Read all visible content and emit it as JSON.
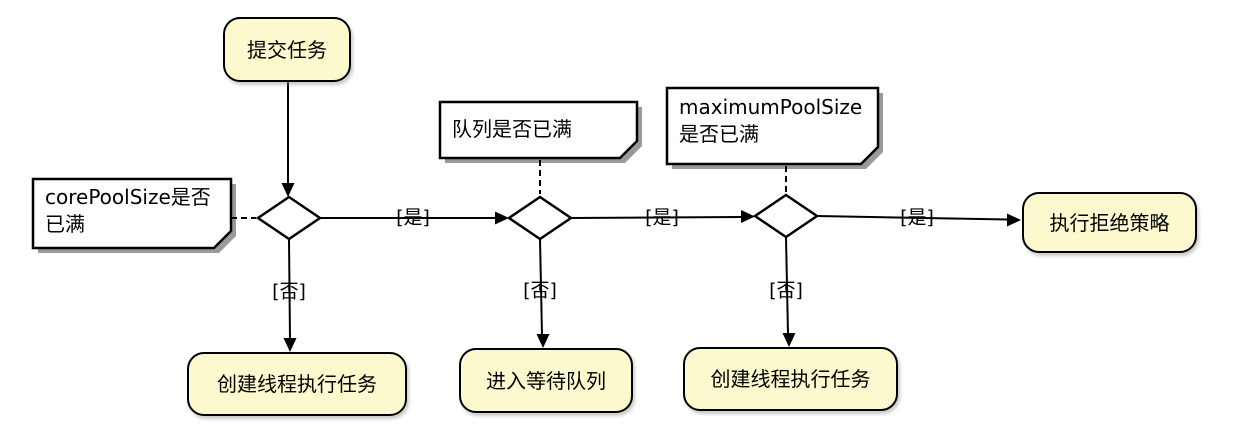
{
  "diagram": {
    "kind": "activity-flowchart",
    "nodes": {
      "submit": {
        "label": "提交任务"
      },
      "create_thread_core": {
        "label": "创建线程执行任务"
      },
      "enqueue": {
        "label": "进入等待队列"
      },
      "create_thread_max": {
        "label": "创建线程执行任务"
      },
      "reject": {
        "label": "执行拒绝策略"
      }
    },
    "notes": {
      "core_pool": {
        "lines": [
          "corePoolSize是否",
          "已满"
        ]
      },
      "queue": {
        "lines": [
          "队列是否已满"
        ]
      },
      "max_pool": {
        "lines": [
          "maximumPoolSize",
          "是否已满"
        ]
      }
    },
    "edge_labels": {
      "yes": "[是]",
      "no": "[否]"
    },
    "colors": {
      "activity_fill": "#FCF9CE",
      "activity_border": "#000000",
      "note_fill": "#FFFFFF",
      "note_border": "#000000",
      "note_shadow": "#9A9A9A",
      "connector": "#000000",
      "background": "#FFFFFF"
    }
  }
}
